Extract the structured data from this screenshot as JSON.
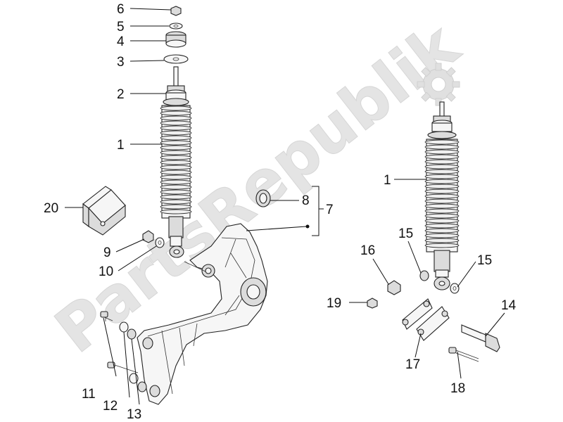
{
  "watermark": "PartsRepublik",
  "callouts": {
    "c1": "6",
    "c2": "5",
    "c3": "4",
    "c4": "3",
    "c5": "2",
    "c6": "1",
    "c7": "20",
    "c8": "9",
    "c9": "10",
    "c10": "8",
    "c11": "7",
    "c12": "11",
    "c13": "12",
    "c14": "13",
    "c15": "1",
    "c16": "16",
    "c17": "15",
    "c18": "15",
    "c19": "19",
    "c20": "14",
    "c21": "17",
    "c22": "18"
  }
}
